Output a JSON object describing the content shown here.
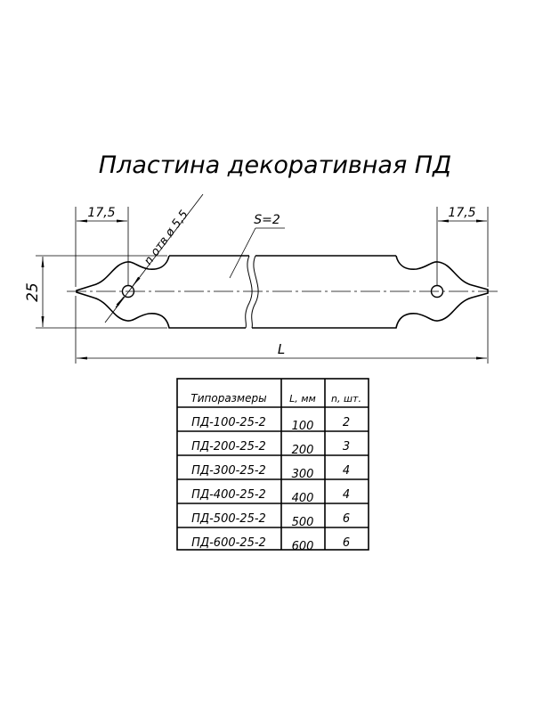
{
  "title": "Пластина декоративная ПД",
  "dimensions": {
    "left_offset": "17,5",
    "right_offset": "17,5",
    "width": "25",
    "length": "L",
    "thickness": "S=2",
    "holes": "n отв ø 5,5"
  },
  "table": {
    "headers": [
      "Типоразмеры",
      "L, мм",
      "n, шт."
    ],
    "rows": [
      [
        "ПД-100-25-2",
        "100",
        "2"
      ],
      [
        "ПД-200-25-2",
        "200",
        "3"
      ],
      [
        "ПД-300-25-2",
        "300",
        "4"
      ],
      [
        "ПД-400-25-2",
        "400",
        "4"
      ],
      [
        "ПД-500-25-2",
        "500",
        "6"
      ],
      [
        "ПД-600-25-2",
        "600",
        "6"
      ]
    ]
  }
}
